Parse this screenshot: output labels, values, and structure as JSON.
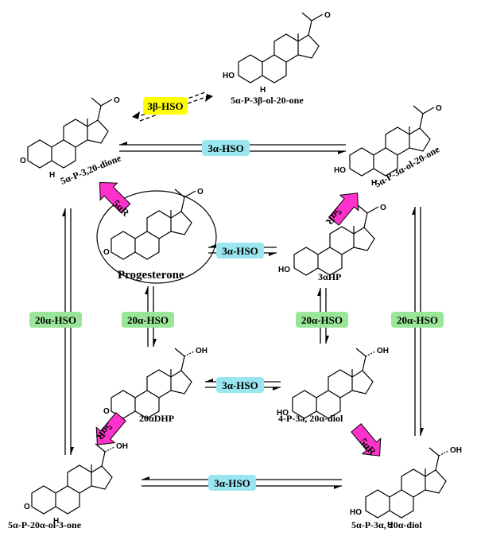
{
  "colors": {
    "yellow": "#ffff00",
    "cyan": "#99e6f0",
    "green": "#99e699",
    "magenta": "#ff33cc",
    "ink": "#000000"
  },
  "enzymes": {
    "hso3b": "3β-HSO",
    "hso3a": "3α-HSO",
    "hso20a": "20α-HSO",
    "r5a": "5αR"
  },
  "compounds": {
    "p3b": "5α-P-3β-ol-20-one",
    "dione": "5α-P-3,20-dione",
    "p3a20one": "5α-P-3α-ol-20-one",
    "progesterone": "Progesterone",
    "hp3a": "3αHP",
    "dhp20a": "20αDHP",
    "diol4p": "4-P-3a, 20α-diol",
    "p20aol3one": "5α-P-20α-ol-3-one",
    "diol5a": "5α-P-3α, 20α-diol"
  },
  "atoms": {
    "O": "O",
    "H": "H",
    "HO": "HO",
    "OH": "OH"
  }
}
